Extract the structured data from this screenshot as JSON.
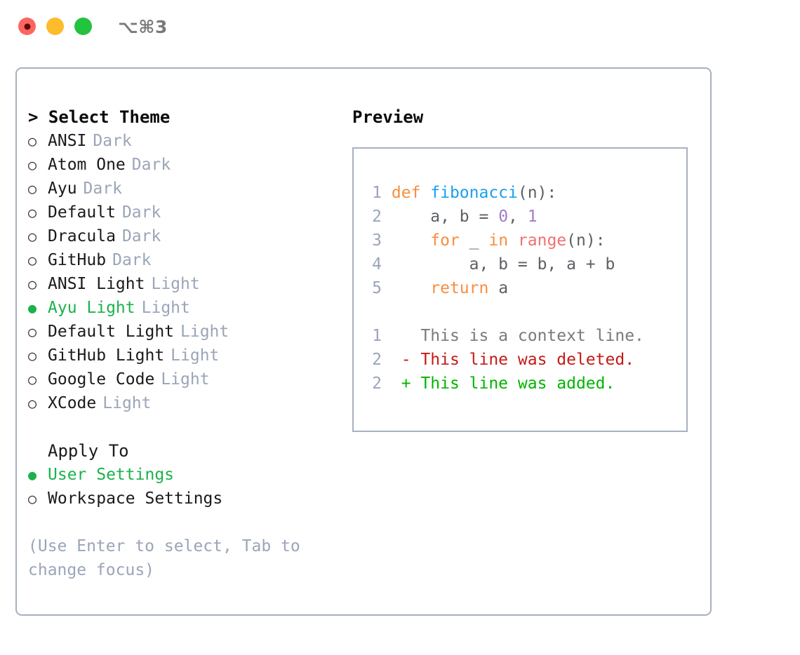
{
  "titlebar": {
    "shortcut": "⌥⌘3",
    "dots": [
      {
        "name": "close",
        "color": "#FE6560"
      },
      {
        "name": "minimize",
        "color": "#FDBC2D"
      },
      {
        "name": "zoom",
        "color": "#22C33E"
      }
    ]
  },
  "theme_panel": {
    "heading": "> Select Theme",
    "options": [
      {
        "marker": "○",
        "label": "ANSI",
        "variant": "Dark",
        "selected": false
      },
      {
        "marker": "○",
        "label": "Atom One",
        "variant": "Dark",
        "selected": false
      },
      {
        "marker": "○",
        "label": "Ayu",
        "variant": "Dark",
        "selected": false
      },
      {
        "marker": "○",
        "label": "Default",
        "variant": "Dark",
        "selected": false
      },
      {
        "marker": "○",
        "label": "Dracula",
        "variant": "Dark",
        "selected": false
      },
      {
        "marker": "○",
        "label": "GitHub",
        "variant": "Dark",
        "selected": false
      },
      {
        "marker": "○",
        "label": "ANSI Light",
        "variant": "Light",
        "selected": false
      },
      {
        "marker": "●",
        "label": "Ayu Light",
        "variant": "Light",
        "selected": true
      },
      {
        "marker": "○",
        "label": "Default Light",
        "variant": "Light",
        "selected": false
      },
      {
        "marker": "○",
        "label": "GitHub Light",
        "variant": "Light",
        "selected": false
      },
      {
        "marker": "○",
        "label": "Google Code",
        "variant": "Light",
        "selected": false
      },
      {
        "marker": "○",
        "label": "XCode",
        "variant": "Light",
        "selected": false
      }
    ]
  },
  "apply_to": {
    "heading": "Apply To",
    "options": [
      {
        "marker": "●",
        "label": "User Settings",
        "selected": true
      },
      {
        "marker": "○",
        "label": "Workspace Settings",
        "selected": false
      }
    ]
  },
  "hint": {
    "line1": "(Use Enter to select, Tab to",
    "line2": "change focus)"
  },
  "preview": {
    "heading": "Preview",
    "code_lines": [
      {
        "n": "1",
        "tokens": [
          {
            "t": "def ",
            "c": "kw"
          },
          {
            "t": "fibonacci",
            "c": "fn"
          },
          {
            "t": "(n):",
            "c": "pn"
          }
        ]
      },
      {
        "n": "2",
        "tokens": [
          {
            "t": "    a, b = ",
            "c": "pn"
          },
          {
            "t": "0",
            "c": "num"
          },
          {
            "t": ", ",
            "c": "pn"
          },
          {
            "t": "1",
            "c": "num"
          }
        ]
      },
      {
        "n": "3",
        "tokens": [
          {
            "t": "    ",
            "c": "pn"
          },
          {
            "t": "for",
            "c": "kw"
          },
          {
            "t": " _ ",
            "c": "pn"
          },
          {
            "t": "in",
            "c": "kw"
          },
          {
            "t": " ",
            "c": "pn"
          },
          {
            "t": "range",
            "c": "bi"
          },
          {
            "t": "(n):",
            "c": "pn"
          }
        ]
      },
      {
        "n": "4",
        "tokens": [
          {
            "t": "        a, b = b, a + b",
            "c": "pn"
          }
        ]
      },
      {
        "n": "5",
        "tokens": [
          {
            "t": "    ",
            "c": "pn"
          },
          {
            "t": "return",
            "c": "kw"
          },
          {
            "t": " a",
            "c": "pn"
          }
        ]
      }
    ],
    "diff_lines": [
      {
        "n": "1",
        "marker": "  ",
        "text": "This is a context line.",
        "kind": "ctx"
      },
      {
        "n": "2",
        "marker": "- ",
        "text": "This line was deleted.",
        "kind": "del"
      },
      {
        "n": "2",
        "marker": "+ ",
        "text": "This line was added.",
        "kind": "add"
      }
    ]
  },
  "colors": {
    "selected_green": "#1AB24B",
    "muted": "#9AA5B8",
    "border": "#A7B0C0",
    "keyword": "#FA8D3E",
    "function": "#1AA0EE",
    "number": "#A37ACC",
    "builtin": "#F07171",
    "diff_delete": "#C41A16",
    "diff_add": "#00B500"
  }
}
